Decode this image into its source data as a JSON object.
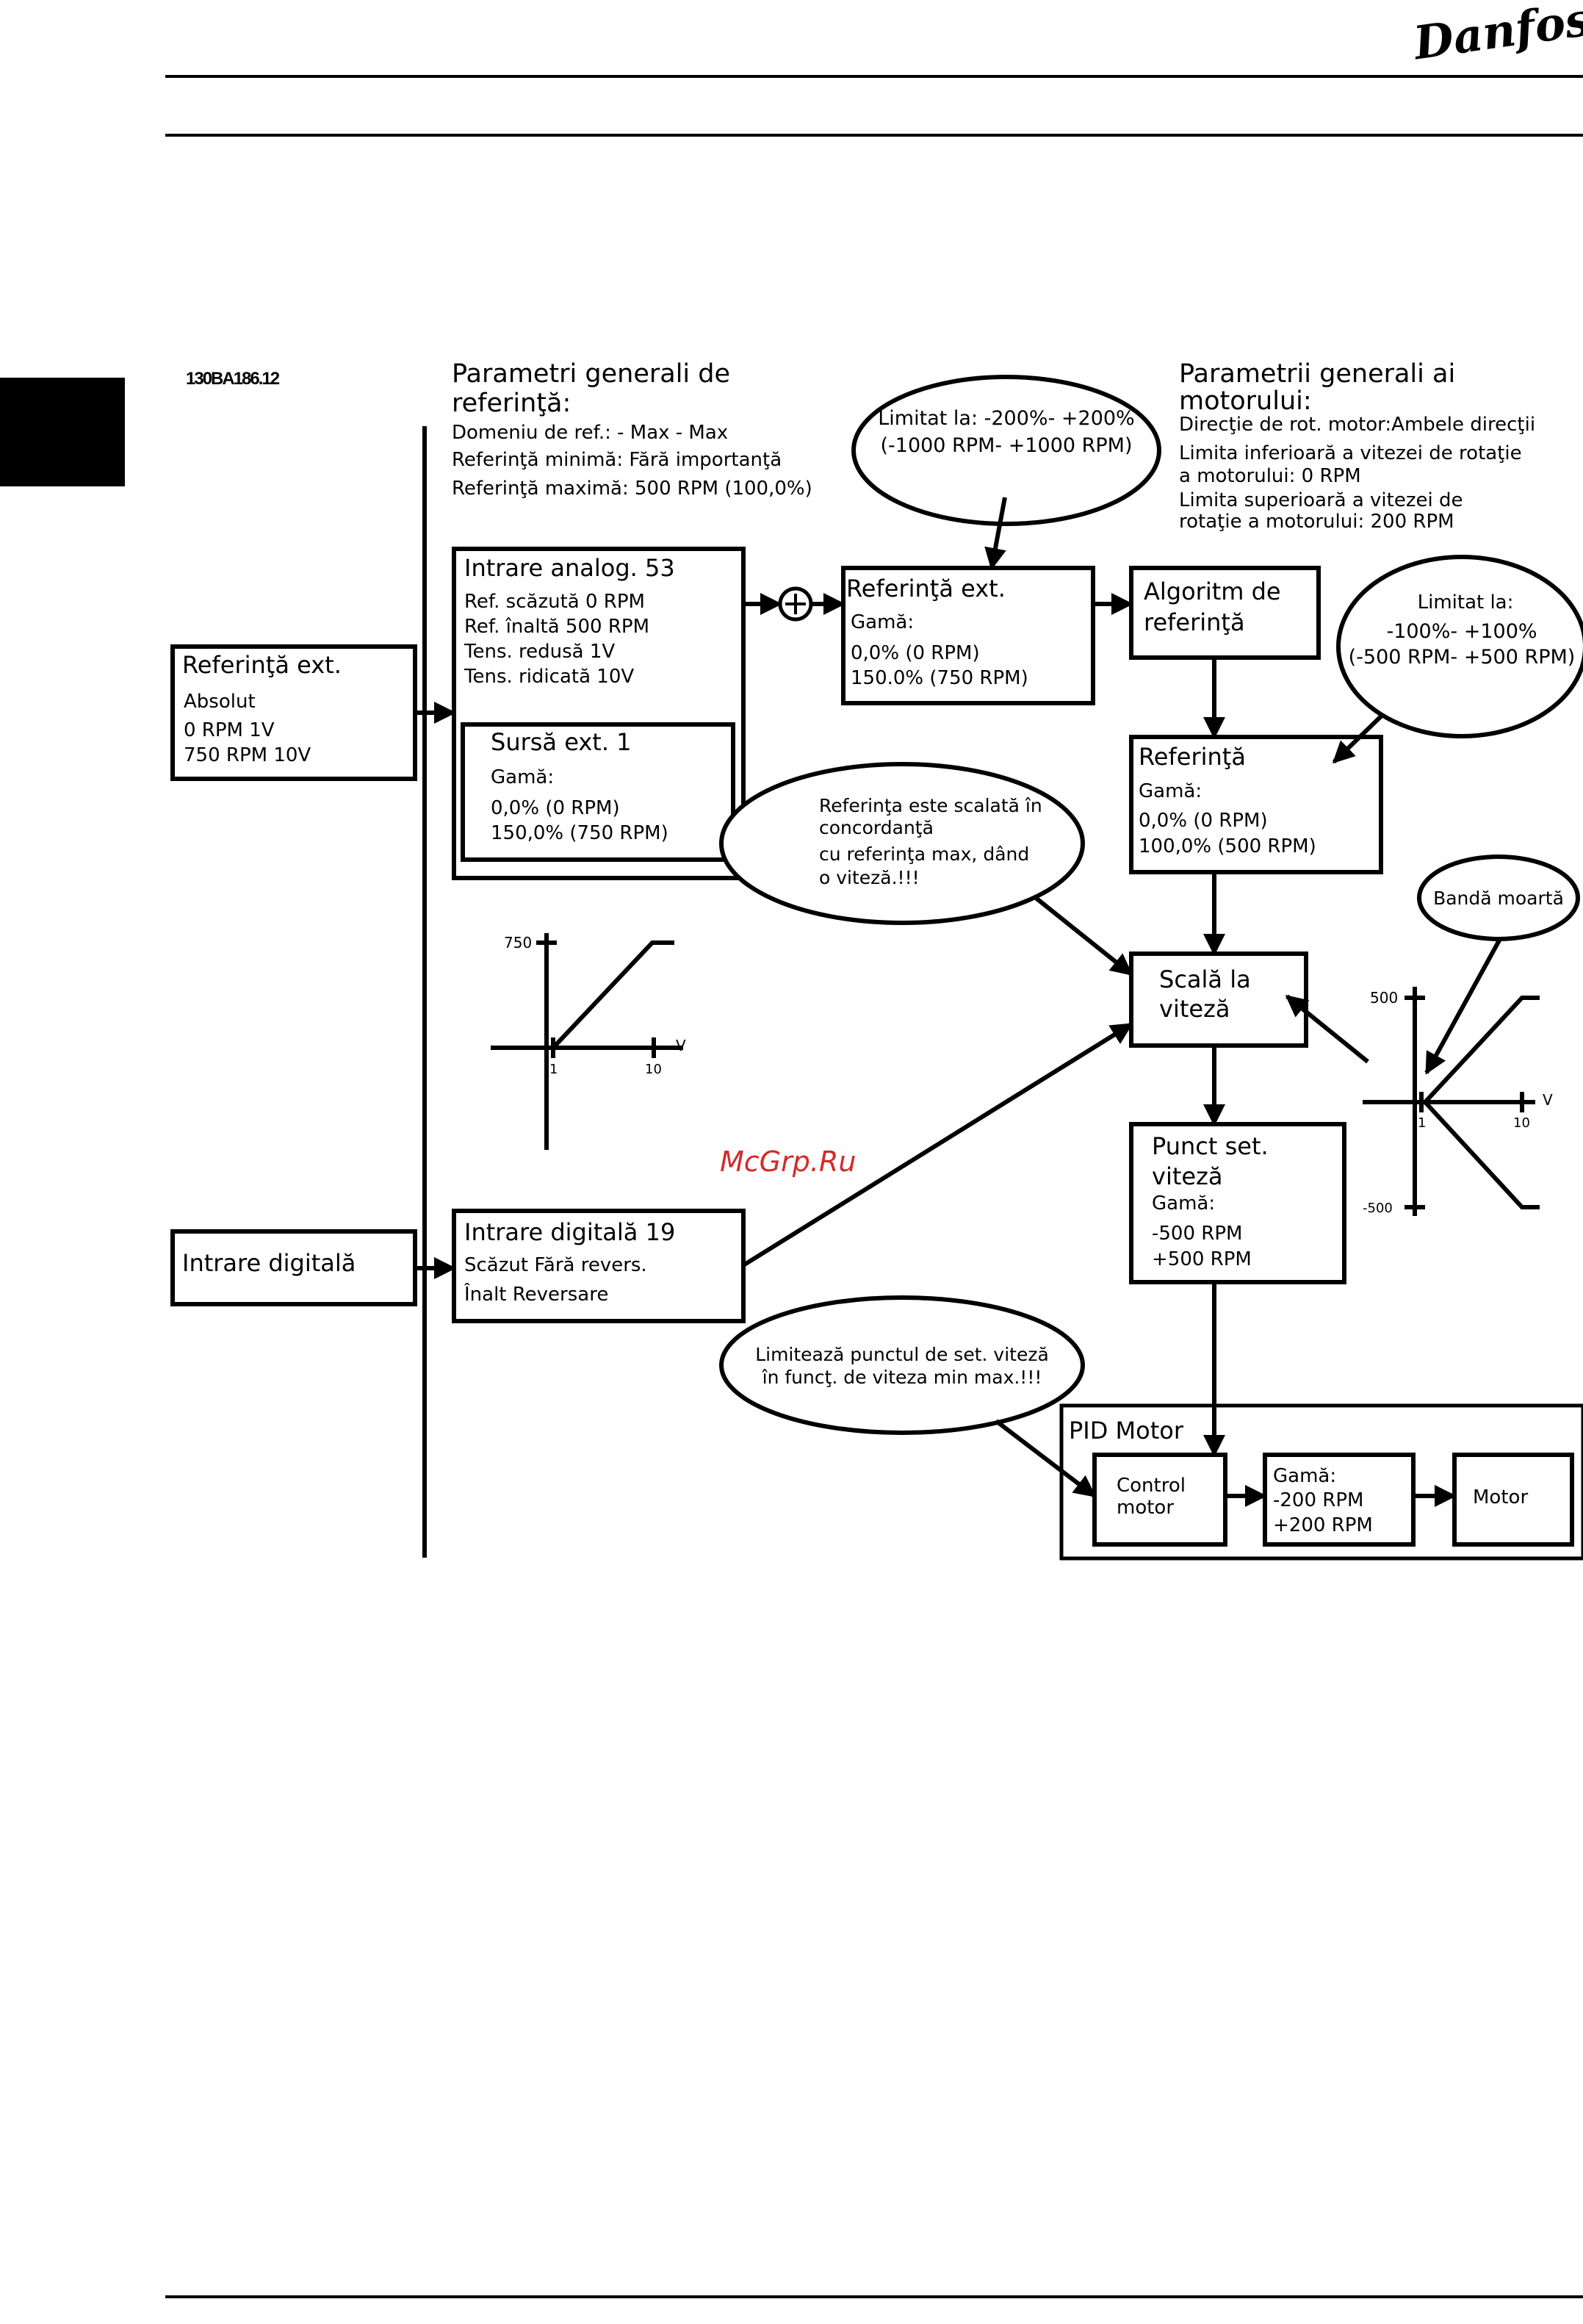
{
  "header": {
    "brand": "Danfoss"
  },
  "figure_code": "130BA186.12",
  "watermark": "McGrp.Ru",
  "ref_params": {
    "title1": "Parametri generali de",
    "title2": "referinţă:",
    "line1": "Domeniu de ref.: - Max - Max",
    "line2": "Referinţă minimă: Fără importanţă",
    "line3": "Referinţă maximă: 500 RPM (100,0%)"
  },
  "motor_params": {
    "title1": "Parametrii generali ai",
    "title2": "motorului:",
    "line1": "Direcţie de rot. motor:Ambele direcţii",
    "line2": "Limita inferioară a vitezei de rotaţie",
    "line3": "a motorului: 0 RPM",
    "line4": "Limita superioară a vitezei de",
    "line5": "rotaţie a motorului: 200 RPM"
  },
  "blocks": {
    "ext_ref": {
      "title": "Referinţă ext.",
      "line1": "Absolut",
      "line2": "0 RPM  1V",
      "line3": "750 RPM  10V"
    },
    "analog": {
      "title": "Intrare analog. 53",
      "line1": "Ref. scăzută 0 RPM",
      "line2": "Ref. înaltă 500 RPM",
      "line3": "Tens. redusă 1V",
      "line4": "Tens. ridicată 10V"
    },
    "source": {
      "title": "Sursă ext. 1",
      "line1": "Gamă:",
      "line2": "0,0% (0 RPM)",
      "line3": "150,0% (750 RPM)"
    },
    "ref_ext": {
      "title": "Referinţă ext.",
      "line1": "Gamă:",
      "line2": "0,0% (0 RPM)",
      "line3": "150.0% (750 RPM)"
    },
    "algo": {
      "title1": "Algoritm de",
      "title2": "referinţă"
    },
    "referinta": {
      "title": "Referinţă",
      "line1": "Gamă:",
      "line2": "0,0% (0 RPM)",
      "line3": "100,0% (500 RPM)"
    },
    "scala": {
      "title1": "Scală la",
      "title2": "viteză"
    },
    "punct": {
      "title1": "Punct set.",
      "title2": "viteză",
      "line1": "Gamă:",
      "line2": "-500 RPM",
      "line3": "+500 RPM"
    },
    "digital_in": {
      "title": "Intrare digitală"
    },
    "digital19": {
      "title": "Intrare digitală 19",
      "line1": "Scăzut   Fără revers.",
      "line2": "Înalt   Reversare"
    },
    "pid": {
      "title": "PID Motor"
    },
    "control": {
      "line1": "Control",
      "line2": "motor"
    },
    "gama": {
      "line1": "Gamă:",
      "line2": "-200 RPM",
      "line3": "+200 RPM"
    },
    "motor": {
      "title": "Motor"
    }
  },
  "ellipses": {
    "limit200": {
      "line1": "Limitat la: -200%- +200%",
      "line2": "(-1000 RPM- +1000 RPM)"
    },
    "limit100": {
      "line1": "Limitat la:",
      "line2": "-100%- +100%",
      "line3": "(-500 RPM- +500 RPM)"
    },
    "scaled": {
      "line1": "Referinţa este scalată în",
      "line2": "concordanţă",
      "line3": "cu referinţa max, dând",
      "line4": "o viteză.!!!"
    },
    "deadband": {
      "line1": "Bandă moartă"
    },
    "limits_set": {
      "line1": "Limitează punctul de set. viteză",
      "line2": "în funcţ. de viteza min max.!!!"
    }
  },
  "graph1": {
    "y_label": "750",
    "x_label": "V",
    "x1": "1",
    "x2": "10"
  },
  "graph2": {
    "y_top": "500",
    "y_bottom": "-500",
    "x_label": "V",
    "x1": "1",
    "x2": "10"
  }
}
